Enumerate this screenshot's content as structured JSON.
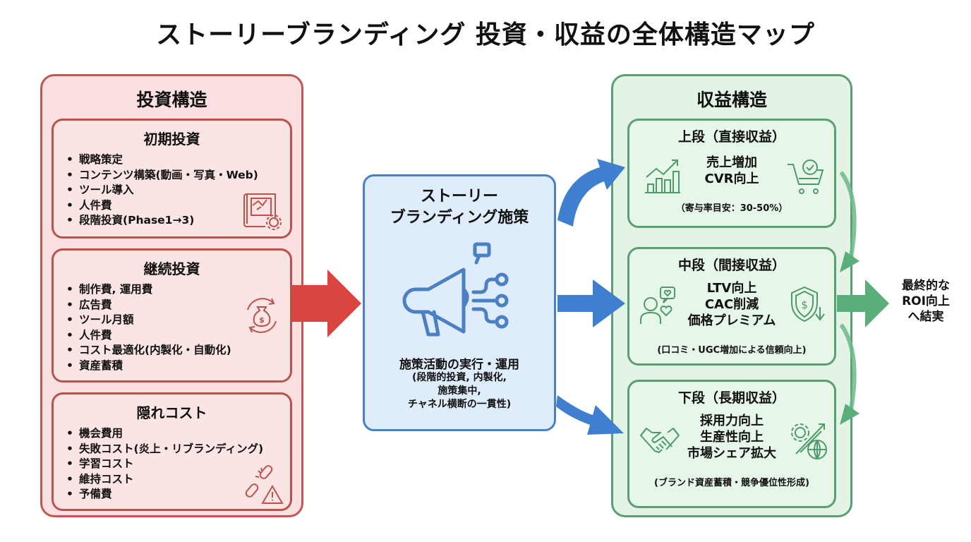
{
  "title": "ストーリーブランディング 投資・収益の全体構造マップ",
  "colors": {
    "investment_fill": "#fae0e0",
    "investment_border": "#c2574f",
    "investment_arrow": "#db4540",
    "initiative_fill": "#deecfb",
    "initiative_border": "#4b80c2",
    "initiative_arrow": "#3f7fd0",
    "revenue_fill": "#e3f4e6",
    "revenue_border": "#5a9e72",
    "revenue_arrow": "#5aae7a"
  },
  "investment": {
    "title": "投資構造",
    "sections": [
      {
        "title": "初期投資",
        "icon": "blueprint-gear-icon",
        "items": [
          "戦略策定",
          "コンテンツ構築(動画・写真・Web)",
          "ツール導入",
          "人件費",
          "段階投資(Phase1→3)"
        ]
      },
      {
        "title": "継続投資",
        "icon": "money-bag-cycle-icon",
        "items": [
          "制作費, 運用費",
          "広告費",
          "ツール月額",
          "人件費",
          "コスト最適化(内製化・自動化)",
          "資産蓄積"
        ]
      },
      {
        "title": "隠れコスト",
        "icon": "broken-chain-warning-icon",
        "items": [
          "機会費用",
          "失敗コスト(炎上・リブランディング)",
          "学習コスト",
          "維持コスト",
          "予備費"
        ]
      }
    ]
  },
  "initiative": {
    "title_line1": "ストーリー",
    "title_line2": "ブランディング施策",
    "icon": "megaphone-network-icon",
    "main": "施策活動の実行・運用",
    "sub_lines": [
      "(段階的投資, 内製化,",
      "施策集中,",
      "チャネル横断の一貫性)"
    ]
  },
  "revenue": {
    "title": "収益構造",
    "tiers": [
      {
        "title": "上段（直接収益）",
        "left_icon": "growth-chart-icon",
        "right_icon": "cart-check-icon",
        "lines": [
          "売上増加",
          "CVR向上"
        ],
        "note": "（寄与率目安：30-50%）"
      },
      {
        "title": "中段（間接収益）",
        "left_icon": "customer-heart-icon",
        "right_icon": "shield-dollar-down-icon",
        "lines": [
          "LTV向上",
          "CAC削減",
          "価格プレミアム"
        ],
        "note": "(口コミ・UGC増加による信頼向上)"
      },
      {
        "title": "下段（長期収益）",
        "left_icon": "handshake-icon",
        "right_icon": "gear-globe-growth-icon",
        "lines": [
          "採用力向上",
          "生産性向上",
          "市場シェア拡大"
        ],
        "note": "(ブランド資産蓄積・競争優位性形成)"
      }
    ]
  },
  "outcome": {
    "lines": [
      "最終的な",
      "ROI向上",
      "へ結実"
    ]
  }
}
